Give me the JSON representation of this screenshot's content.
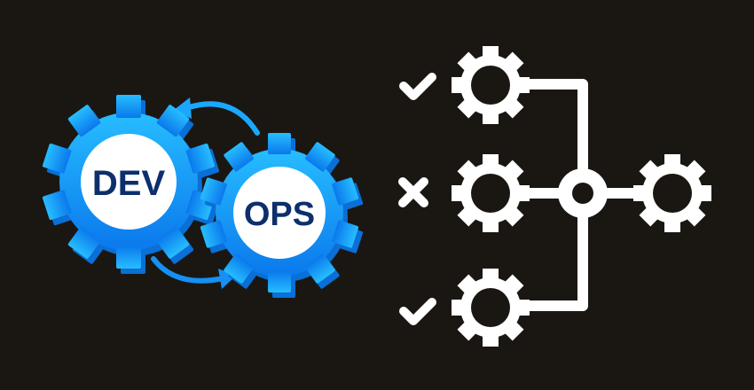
{
  "colors": {
    "background": "#1a1713",
    "gear_blue_light": "#22b4ff",
    "gear_blue_dark": "#0a72e6",
    "gear_shadow": "#0a8ee0",
    "label_text": "#0d2f6b",
    "icon_white": "#ffffff"
  },
  "devops": {
    "dev_gear": {
      "label": "DEV"
    },
    "ops_gear": {
      "label": "OPS"
    },
    "arrows": [
      "arrow-ops-to-dev",
      "arrow-dev-to-ops"
    ]
  },
  "pipeline": {
    "inputs": [
      {
        "status": "check",
        "icon": "check-icon"
      },
      {
        "status": "cross",
        "icon": "cross-icon"
      },
      {
        "status": "check",
        "icon": "check-icon"
      }
    ],
    "junction": "merge-node",
    "output": "output-gear"
  }
}
